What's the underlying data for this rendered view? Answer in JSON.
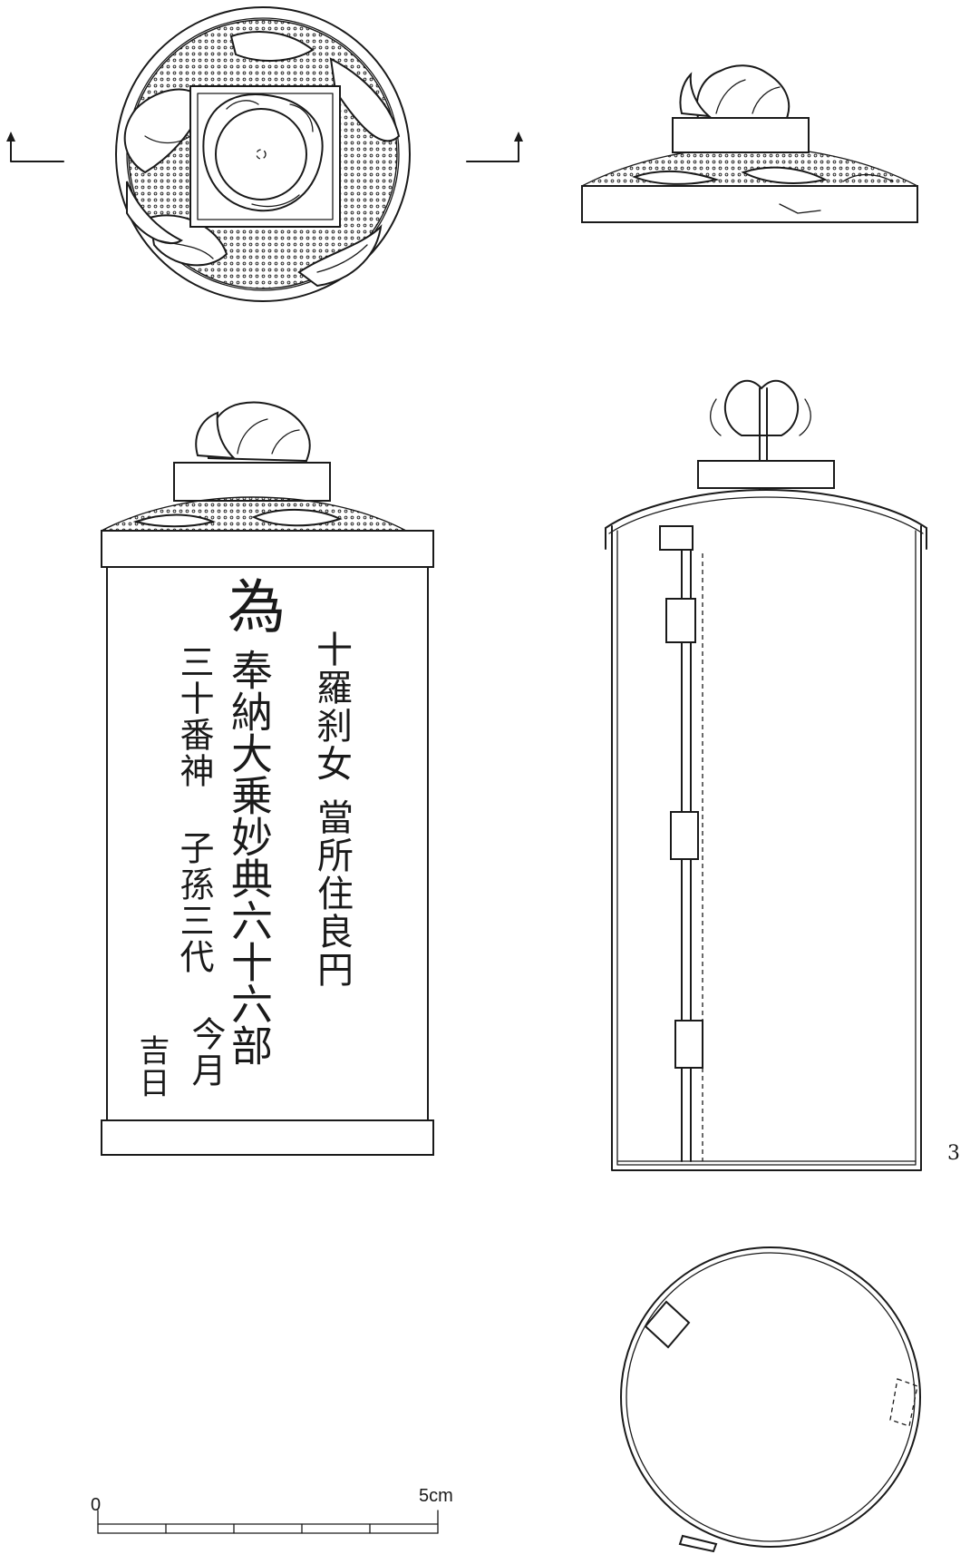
{
  "figure_number": "3",
  "scale_bar": {
    "start_label": "0",
    "end_label": "5cm"
  },
  "inscription": {
    "columns": [
      "十羅刹女",
      "奉納大乗妙典六十六部",
      "三十番神"
    ],
    "large_char": "為",
    "sub_left_upper": "當所住良円",
    "sub_left_lower": "子孫三代",
    "date_text": "今月",
    "date_end": "吉日"
  },
  "views": [
    "lid-top-view",
    "lid-side-view",
    "front-view-inscribed",
    "section-view",
    "base-plan-view"
  ]
}
